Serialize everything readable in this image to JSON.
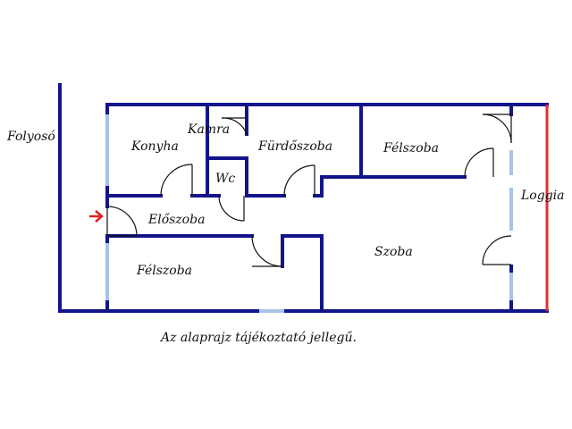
{
  "plan": {
    "colors": {
      "wall": "#14148a",
      "window": "#a9c3e6",
      "loggia_edge": "#e03030",
      "entrance_arrow": "#e02020",
      "door_swing": "#111111"
    },
    "labels": {
      "corridor": "Folyosó",
      "kitchen": "Konyha",
      "pantry": "Kamra",
      "bathroom": "Fürdőszoba",
      "half_room_top": "Félszoba",
      "wc": "Wc",
      "hall": "Előszoba",
      "room": "Szoba",
      "half_room_bottom": "Félszoba",
      "loggia": "Loggia"
    },
    "note": "Az alaprajz tájékoztató jellegű.",
    "entrance_icon": "arrow-right-icon"
  }
}
